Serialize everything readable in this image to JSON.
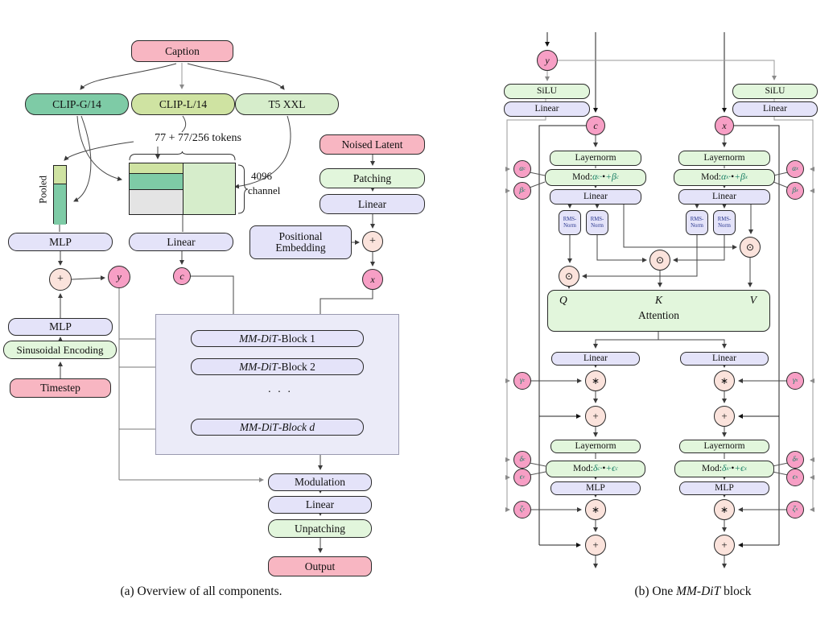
{
  "figure": {
    "caption_a": "(a) Overview of all components.",
    "caption_b": {
      "pre": "(b) One ",
      "italic": "MM-DiT",
      "post": " block"
    }
  },
  "colors": {
    "pink_box": "#F8B6C2",
    "teal_box": "#7ECBA6",
    "yellow_green_box": "#CFE3A2",
    "pale_green_box": "#D6EDCB",
    "lavender_box": "#E4E3F9",
    "light_green_box": "#E2F6DC",
    "node_circle_pink": "#F79FC5",
    "op_circle_pink": "#FBE3DC",
    "matrix_gray_cell": "#E4E4E4",
    "container_fill": "#EBEBF8",
    "math_green": "#177E63"
  },
  "a": {
    "caption_box": "Caption",
    "clip_g": "CLIP-G/14",
    "clip_l": "CLIP-L/14",
    "t5": "T5 XXL",
    "tokens_label": "77 + 77/256 tokens",
    "pooled": "Pooled",
    "channel_line1": "4096",
    "channel_line2": "channel",
    "mlp_top": "MLP",
    "linear_mid": "Linear",
    "noised_latent": "Noised Latent",
    "patching": "Patching",
    "linear_right": "Linear",
    "pos_embedding_line1": "Positional",
    "pos_embedding_line2": "Embedding",
    "plus": "+",
    "y": "y",
    "c": "c",
    "x": "x",
    "mlp_bottom": "MLP",
    "sinusoidal": "Sinusoidal Encoding",
    "timestep": "Timestep",
    "block_italic": "MM-DiT",
    "block1": "-Block 1",
    "block2": "-Block 2",
    "blockd": "-Block d",
    "dots": "· · ·",
    "modulation": "Modulation",
    "linear_out": "Linear",
    "unpatching": "Unpatching",
    "output": "Output"
  },
  "b": {
    "y": "y",
    "c": "c",
    "x": "x",
    "silu": "SiLU",
    "linear": "Linear",
    "layernorm": "Layernorm",
    "mlp": "MLP",
    "rms_line1": "RMS-",
    "rms_line2": "Norm",
    "q": "Q",
    "k": "K",
    "v": "V",
    "attention": "Attention",
    "ops": {
      "plus": "+",
      "mult": "∗",
      "concat": "⊙"
    },
    "mod_c_attn": {
      "pre": "Mod: ",
      "g1": "α",
      "s1": "c",
      "mid1": " · ",
      "bullet": "•",
      "mid2": " + ",
      "g2": "β",
      "s2": "c"
    },
    "mod_x_attn": {
      "pre": "Mod: ",
      "g1": "α",
      "s1": "x",
      "mid1": " · ",
      "bullet": "•",
      "mid2": " + ",
      "g2": "β",
      "s2": "x"
    },
    "mod_c_mlp": {
      "pre": "Mod: ",
      "g1": "δ",
      "s1": "c",
      "mid1": " · ",
      "bullet": "•",
      "mid2": " + ",
      "g2": "ϵ",
      "s2": "c"
    },
    "mod_x_mlp": {
      "pre": "Mod: ",
      "g1": "δ",
      "s1": "x",
      "mid1": " · ",
      "bullet": "•",
      "mid2": " + ",
      "g2": "ϵ",
      "s2": "x"
    },
    "greek": {
      "alpha_c": {
        "g": "α",
        "s": "c"
      },
      "beta_c": {
        "g": "β",
        "s": "c"
      },
      "gamma_c": {
        "g": "γ",
        "s": "c"
      },
      "delta_c": {
        "g": "δ",
        "s": "c"
      },
      "epsilon_c": {
        "g": "ϵ",
        "s": "c"
      },
      "zeta_c": {
        "g": "ζ",
        "s": "c"
      },
      "alpha_x": {
        "g": "α",
        "s": "x"
      },
      "beta_x": {
        "g": "β",
        "s": "x"
      },
      "gamma_x": {
        "g": "γ",
        "s": "x"
      },
      "delta_x": {
        "g": "δ",
        "s": "x"
      },
      "epsilon_x": {
        "g": "ϵ",
        "s": "x"
      },
      "zeta_x": {
        "g": "ζ",
        "s": "x"
      }
    }
  }
}
